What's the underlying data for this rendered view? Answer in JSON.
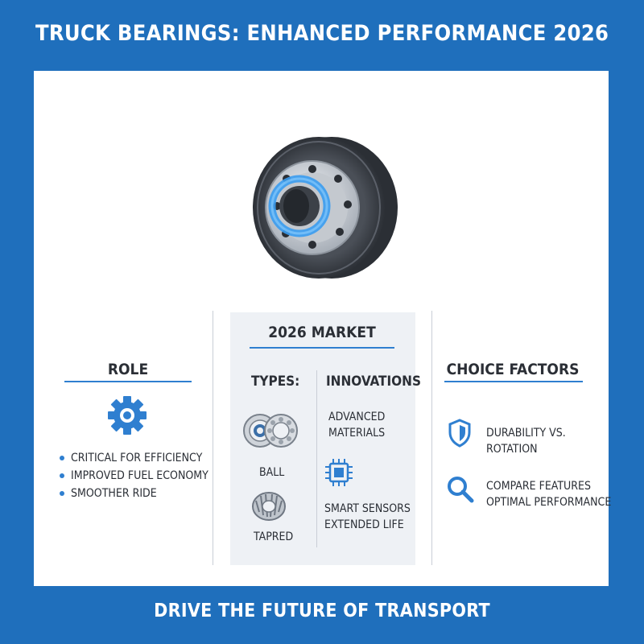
{
  "title": "TRUCK BEARINGS: ENHANCED PERFORMANCE 2026",
  "footer": "DRIVE THE FUTURE OF TRANSPORT",
  "role": {
    "heading": "ROLE",
    "bullets": [
      "CRITICAL FOR EFFICIENCY",
      "IMPROVED FUEL ECONOMY",
      "SMOOTHER RIDE"
    ]
  },
  "market": {
    "heading": "2026 MARKET",
    "types_heading": "TYPES:",
    "types": [
      "BALL",
      "TAPRED"
    ],
    "innovations_heading": "INNOVATIONS",
    "innovations": [
      {
        "line1": "ADVANCED",
        "line2": "MATERIALS"
      },
      {
        "line1": "SMART SENSORS",
        "line2": "EXTENDED LIFE"
      }
    ]
  },
  "choice": {
    "heading": "CHOICE FACTORS",
    "items": [
      {
        "line1": "DURABILITY VS.",
        "line2": "ROTATION",
        "icon": "shield-icon"
      },
      {
        "line1": "COMPARE FEATURES",
        "line2": "OPTIMAL PERFORMANCE",
        "icon": "magnifier-icon"
      }
    ]
  },
  "colors": {
    "brand_blue": "#1f6fbc",
    "accent_blue": "#2f7fd0",
    "panel": "#ffffff",
    "market_bg": "#eef1f5"
  }
}
